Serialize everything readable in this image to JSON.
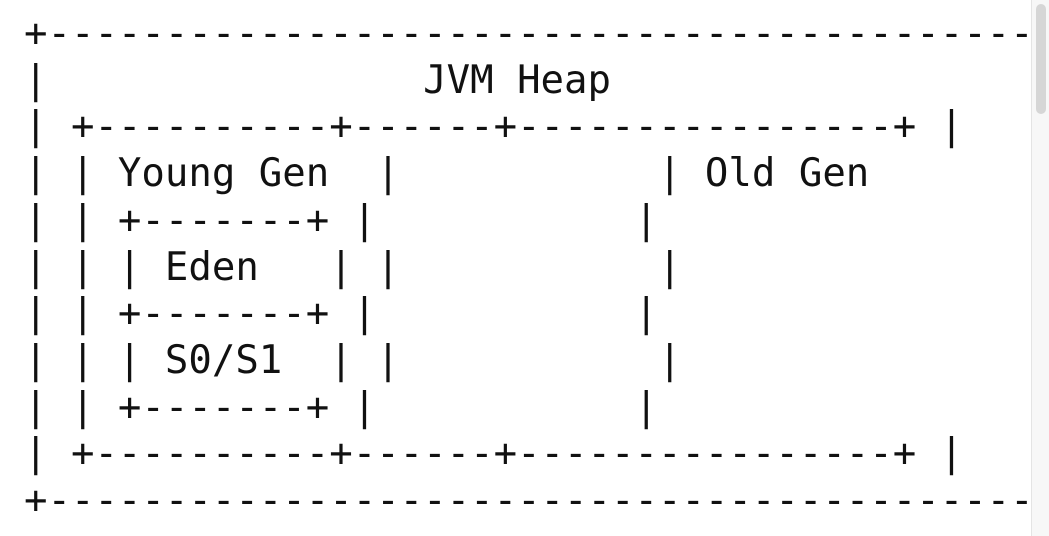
{
  "diagram": {
    "lines": [
      "+----------------------------------------------------------",
      "|                JVM Heap                                 |",
      "| +----------+------+----------------+ |",
      "| | Young Gen  |           | Old Gen                | |",
      "| | +-------+ |           |                         | |",
      "| | | Eden   | |           |                         | |",
      "| | +-------+ |           |                         | |",
      "| | | S0/S1  | |           |                         | |",
      "| | +-------+ |           |                         | |",
      "| +----------+------+----------------+ |",
      "+----------------------------------------------------------"
    ]
  }
}
